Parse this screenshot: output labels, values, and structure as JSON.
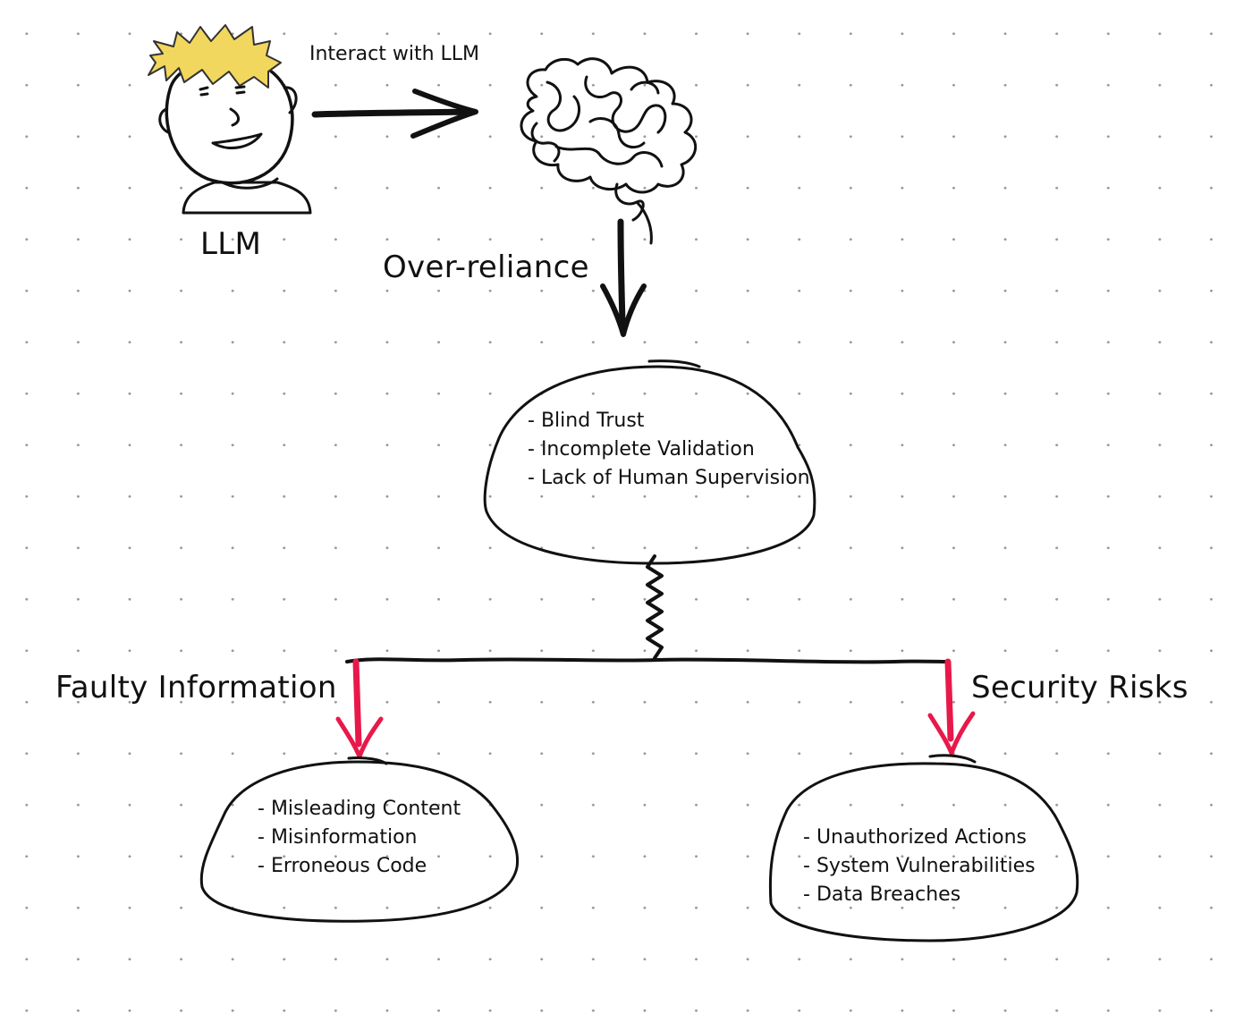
{
  "colors": {
    "ink": "#111111",
    "hair": "#f2d75e",
    "accent": "#e8194a",
    "dots": "#9a9a9a"
  },
  "icons": [
    "person-icon",
    "brain-icon"
  ],
  "labels": {
    "person_caption": "LLM",
    "interact": "Interact with LLM",
    "over_reliance": "Over-reliance",
    "faulty": "Faulty Information",
    "security": "Security Risks"
  },
  "center_node": {
    "items": [
      "Blind Trust",
      "Incomplete Validation",
      "Lack of Human Supervision"
    ]
  },
  "left_node": {
    "items": [
      "Misleading Content",
      "Misinformation",
      "Erroneous Code"
    ]
  },
  "right_node": {
    "items": [
      "Unauthorized Actions",
      "System Vulnerabilities",
      "Data Breaches"
    ]
  }
}
